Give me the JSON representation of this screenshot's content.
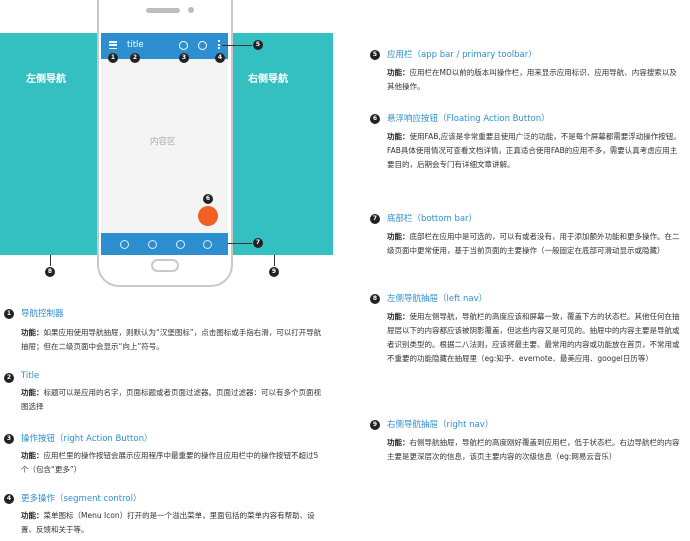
{
  "mockup": {
    "app_title": "title",
    "content_label": "内容区",
    "left_nav_label": "左侧导航",
    "right_nav_label": "右侧导航",
    "badges": {
      "b1": "1",
      "b2": "2",
      "b3": "3",
      "b4": "4",
      "b5": "5",
      "b6": "6",
      "b7": "7",
      "b8": "8",
      "b9": "9"
    }
  },
  "items": [
    {
      "num": "1",
      "title": "导航控制器",
      "label": "功能：",
      "desc": "如果应用使用导航抽屉，则默认为“汉堡图标”，点击图标或手指右滑，可以打开导航抽屉；但在二级页面中会显示“向上”符号。"
    },
    {
      "num": "2",
      "title": "Title",
      "label": "功能：",
      "desc": "标题可以是应用的名字，页面标题或者页面过滤器。页面过滤器：可以有多个页面视图选择"
    },
    {
      "num": "3",
      "title": "操作按钮（right Action Button）",
      "label": "功能：",
      "desc": "应用栏里的操作按钮会展示应用程序中最重要的操作且应用栏中的操作按钮不超过5个（包含“更多”）"
    },
    {
      "num": "4",
      "title": "更多操作（segment control）",
      "label": "功能：",
      "desc": "菜单图标（Menu Icon）打开的是一个溢出菜单，里面包括的菜单内容有帮助、设置、反馈和关于等。"
    },
    {
      "num": "5",
      "title": "应用栏（app bar / primary toolbar）",
      "label": "功能：",
      "desc": "应用栏在MD以前的版本叫操作栏，用来显示应用标识、应用导航、内容搜索以及其他操作。"
    },
    {
      "num": "6",
      "title": "悬浮响应按钮（Floating Action Button）",
      "label": "功能：",
      "desc": "使用FAB,应该是非常重要且使用广泛的功能，不是每个屏幕都需要浮动操作按钮。FAB具体使用情况可查看文档详情，正真适合使用FAB的应用不多，需要认真考虑应用主要目的，后期会专门有详细文章讲解。"
    },
    {
      "num": "7",
      "title": "底部栏（bottom bar）",
      "label": "功能：",
      "desc": "底部栏在应用中是可选的，可以有或者没有，用于添加额外功能和更多操作。在二级页面中更常使用，基于当前页面的主要操作（一般固定在底部可滑动显示或隐藏）"
    },
    {
      "num": "8",
      "title": "左侧导航抽屉（left nav）",
      "label": "功能：",
      "desc": "使用左侧导航，导航栏的高度应该和屏幕一致，覆盖下方的状态栏。其他任何在抽屉层以下的内容都应该被阴影覆盖，但这些内容又是可见的。抽屉中的内容主要是导航或者识别类型的。根据二八法则，应该将最主要、最常用的内容或功能放在首页，不常用或不重要的功能隐藏在抽屉里（eg:知乎、evernote、最美应用、googel日历等）"
    },
    {
      "num": "9",
      "title": "右侧导航抽屉（right nav）",
      "label": "功能：",
      "desc": "右侧导航抽屉，导航栏的高度刚好覆盖到应用栏，低于状态栏。右边导航栏的内容主要是更深层次的信息，该页主要内容的次级信息（eg:网易云音乐）"
    }
  ]
}
